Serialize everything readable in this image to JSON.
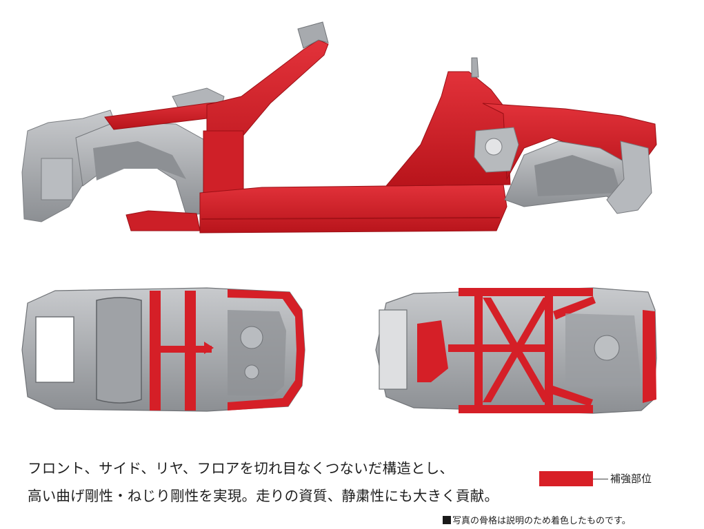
{
  "caption": {
    "line1": "フロント、サイド、リヤ、フロアを切れ目なくつないだ構造とし、",
    "line2": "高い曲げ剛性・ねじり剛性を実現。走りの資質、静粛性にも大きく貢献。"
  },
  "legend": {
    "label": "補強部位",
    "swatch_color": "#d81f26"
  },
  "note": {
    "text": "写真の骨格は説明のため着色したものです。",
    "square_color": "#1a1a1a"
  },
  "colors": {
    "reinforcement_red": "#d81f26",
    "structure_gray": "#a9acb0",
    "dark_gray": "#6f7276",
    "background": "#ffffff"
  }
}
